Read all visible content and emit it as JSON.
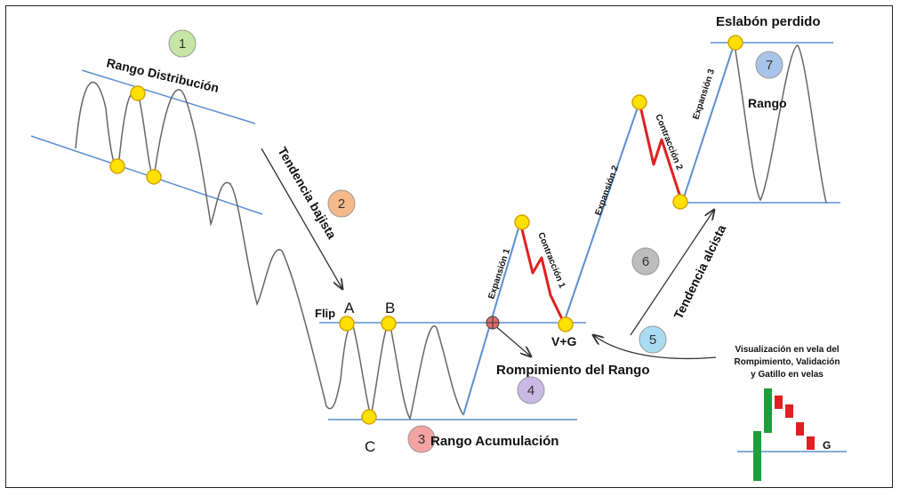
{
  "labels": {
    "rango_distribucion": "Rango Distribución",
    "tendencia_bajista": "Tendencia bajista",
    "flip": "Flip",
    "point_a": "A",
    "point_b": "B",
    "point_c": "C",
    "rango_acumulacion": "Rango Acumulación",
    "rompimiento": "Rompimiento del Rango",
    "vg": "V+G",
    "expansion1": "Expansión 1",
    "contraccion1": "Contracción 1",
    "expansion2": "Expansión 2",
    "contraccion2": "Contracción 2",
    "expansion3": "Expansión 3",
    "tendencia_alcista": "Tendencia alcista",
    "eslabon": "Eslabón perdido",
    "rango": "Rango",
    "vis_line1": "Visualización en vela del",
    "vis_line2": "Rompimiento, Validación",
    "vis_line3": "y Gatillo en velas",
    "g": "G"
  },
  "steps": [
    {
      "number": "1",
      "color": "#c5e6a6"
    },
    {
      "number": "2",
      "color": "#f5b98a"
    },
    {
      "number": "3",
      "color": "#f4a3a3"
    },
    {
      "number": "4",
      "color": "#c9b9e4"
    },
    {
      "number": "5",
      "color": "#a9dcf2"
    },
    {
      "number": "6",
      "color": "#bdbdbd"
    },
    {
      "number": "7",
      "color": "#a9c4ea"
    }
  ],
  "colors": {
    "range_line": "#5b8fd0",
    "price_line": "#666666",
    "red_line": "#e02020",
    "marker_fill": "#ffe000",
    "marker_stroke": "#d4a300",
    "candle_green": "#1e9e3a",
    "candle_red": "#e02020"
  }
}
